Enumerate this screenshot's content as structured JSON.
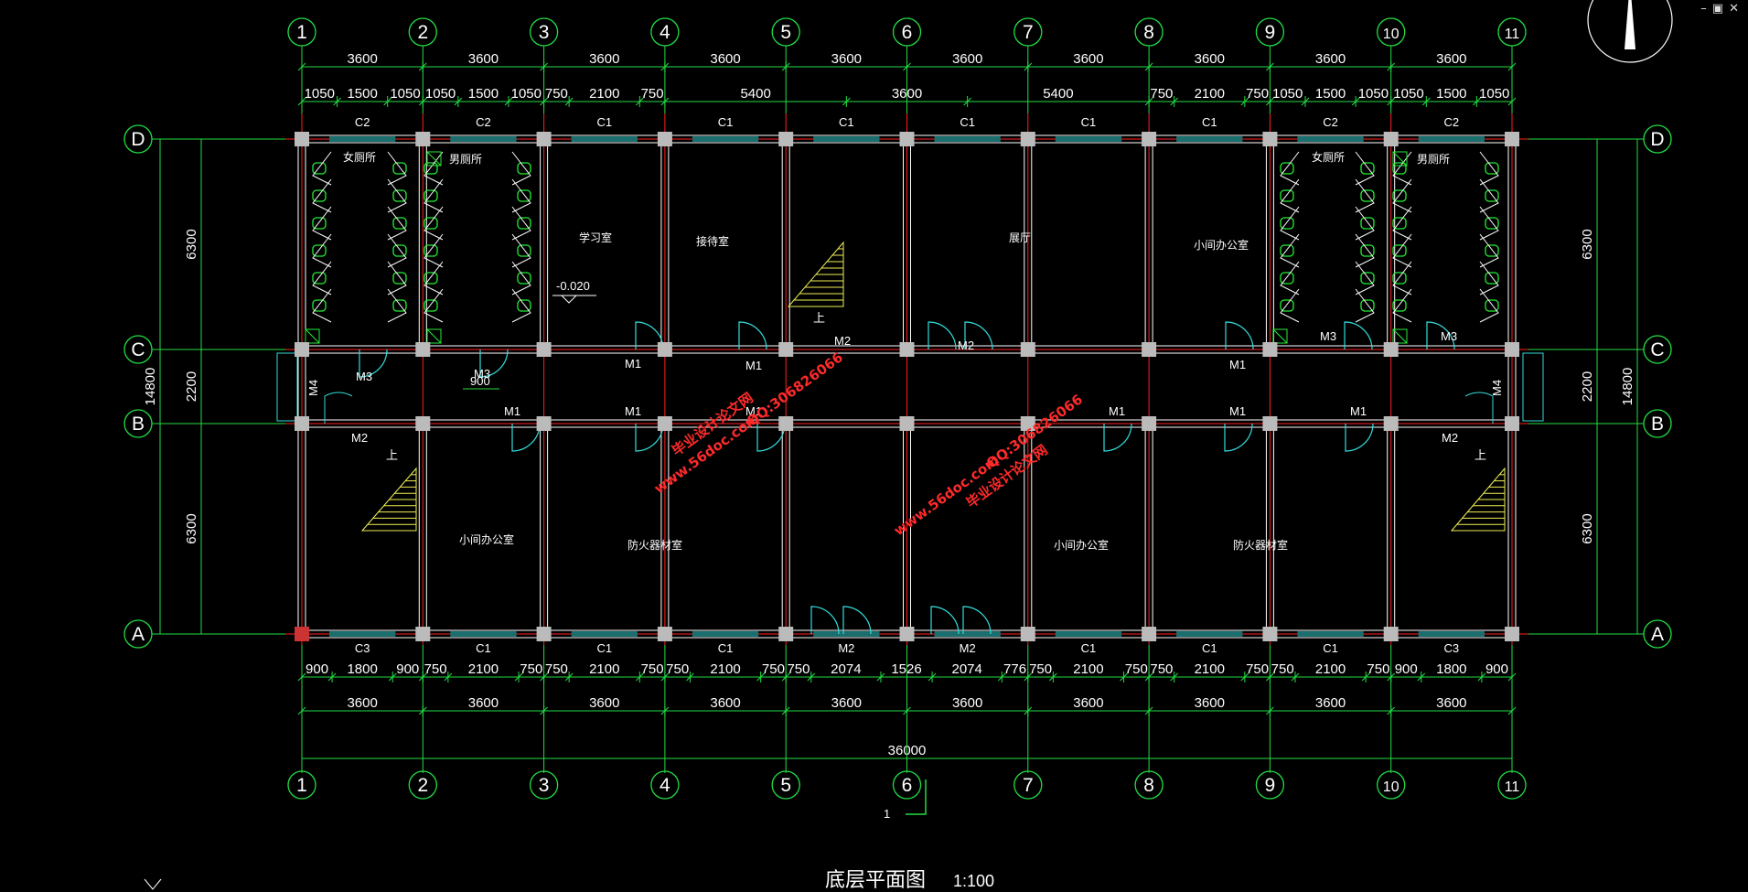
{
  "window_controls": {
    "minimize": "–",
    "restore": "▣",
    "close": "✕"
  },
  "colors": {
    "background": "#000000",
    "grid": "#ff2020",
    "dimension": "#22dd44",
    "wall": "#ffffff",
    "window": "#33dddd",
    "door": "#33dddd",
    "column": "#bbbbbb",
    "fixture": "#22ee33",
    "stair": "#eeee55",
    "watermark": "#ff2a2a",
    "text": "#ffffff"
  },
  "axes": {
    "columns": [
      "1",
      "2",
      "3",
      "4",
      "5",
      "6",
      "7",
      "8",
      "9",
      "10",
      "11"
    ],
    "rows": [
      "D",
      "C",
      "B",
      "A"
    ]
  },
  "dimensions": {
    "top_bays": [
      "3600",
      "3600",
      "3600",
      "3600",
      "3600",
      "3600",
      "3600",
      "3600",
      "3600",
      "3600"
    ],
    "top_openings": [
      "1050",
      "1500",
      "1050",
      "1050",
      "1500",
      "1050",
      "750",
      "2100",
      "750",
      "5400",
      "3600",
      "5400",
      "750",
      "2100",
      "750",
      "1050",
      "1500",
      "1050",
      "1050",
      "1500",
      "1050"
    ],
    "bottom_openings": [
      "900",
      "1800",
      "900",
      "750",
      "2100",
      "750",
      "750",
      "2100",
      "750",
      "750",
      "2100",
      "750",
      "750",
      "2074",
      "1526",
      "2074",
      "776",
      "750",
      "2100",
      "750",
      "750",
      "2100",
      "750",
      "750",
      "2100",
      "750",
      "900",
      "1800",
      "900"
    ],
    "bottom_bays": [
      "3600",
      "3600",
      "3600",
      "3600",
      "3600",
      "3600",
      "3600",
      "3600",
      "3600",
      "3600"
    ],
    "total_width": "36000",
    "left_segments": [
      "6300",
      "2200",
      "6300"
    ],
    "left_total": "14800",
    "right_segments": [
      "6300",
      "2200",
      "6300"
    ],
    "right_total": "14800"
  },
  "window_tags_top": [
    "C2",
    "C2",
    "C1",
    "C1",
    "C1",
    "C1",
    "C1",
    "C1",
    "C2",
    "C2"
  ],
  "window_tags_bottom": [
    "C3",
    "C1",
    "C1",
    "C1",
    "M2",
    "M2",
    "C1",
    "C1",
    "C1",
    "C3"
  ],
  "rooms": {
    "womens_toilet_left": "女厕所",
    "mens_toilet_left": "男厕所",
    "study_room": "学习室",
    "reception_room": "接待室",
    "hall": "展厅",
    "small_office_top": "小间办公室",
    "womens_toilet_right": "女厕所",
    "mens_toilet_right": "男厕所",
    "small_office_bl": "小间办公室",
    "fire_equipment_1": "防火器材室",
    "small_office_bm": "小间办公室",
    "fire_equipment_2": "防火器材室"
  },
  "door_tags": {
    "M3a": "M3",
    "M3b": "M3",
    "M2c": "M2",
    "M2d": "M2",
    "M1e": "M1",
    "M1f": "M1",
    "M1g": "M1",
    "M3h": "M3",
    "M3i": "M3",
    "M4l": "M4",
    "M4r": "M4",
    "M2l": "M2",
    "M1j": "M1",
    "M1k": "M1",
    "M1m": "M1",
    "M1n": "M1",
    "M1o": "M1",
    "M1p": "M1",
    "M2r": "M2"
  },
  "level_mark": "-0.020",
  "small_dim": "900",
  "stair_up": "上",
  "section_mark": "1",
  "drawing_title": "底层平面图",
  "drawing_scale": "1:100",
  "watermark": {
    "text1": "毕业设计论文网",
    "text2": "www.56doc.com",
    "text3": "QQ:306826066"
  }
}
